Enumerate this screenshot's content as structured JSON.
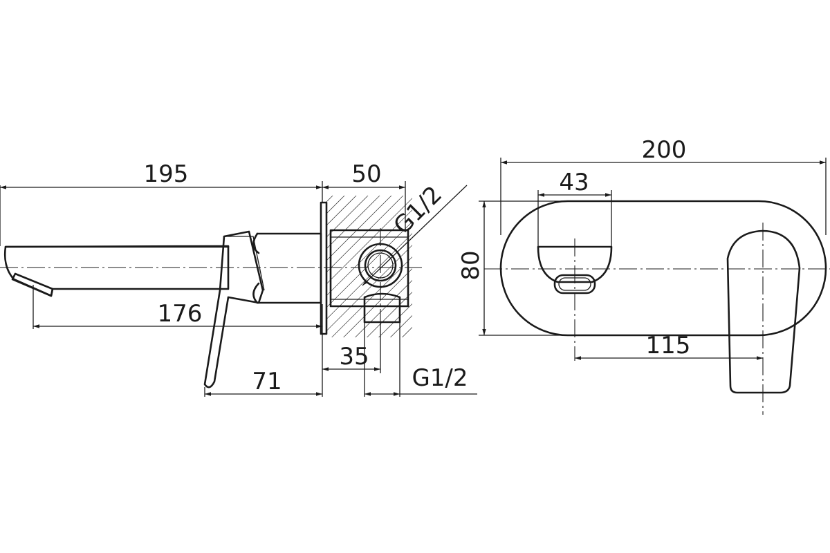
{
  "drawing": {
    "side_view": {
      "dim_total_length": "195",
      "dim_box_depth": "50",
      "dim_thread_top": "G1/2",
      "dim_spout_length": "176",
      "dim_handle_offset": "71",
      "dim_outlet_offset": "35",
      "dim_thread_bottom": "G1/2"
    },
    "front_view": {
      "dim_plate_width": "200",
      "dim_spout_width": "43",
      "dim_plate_height": "80",
      "dim_axis_distance": "115"
    }
  }
}
